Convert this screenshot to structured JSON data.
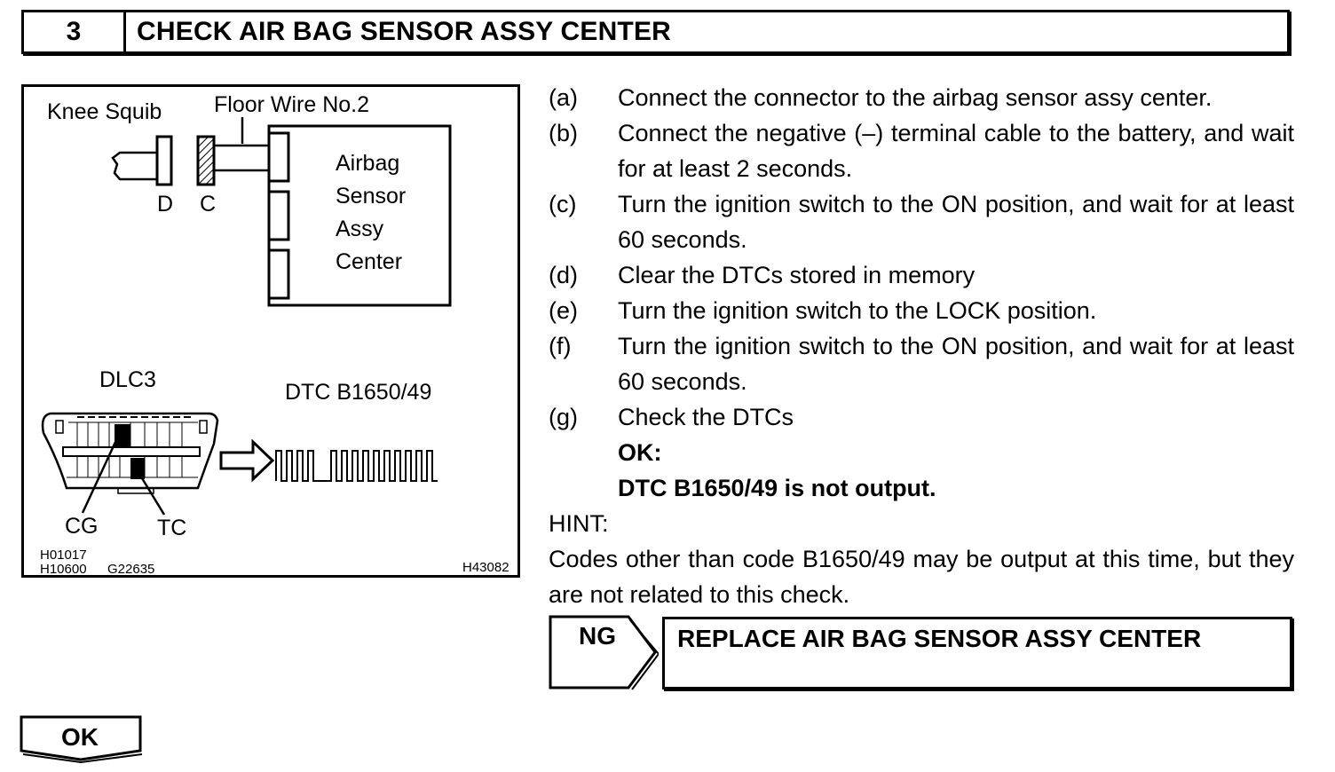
{
  "header": {
    "step_number": "3",
    "title": "CHECK AIR BAG SENSOR ASSY CENTER"
  },
  "figure": {
    "labels": {
      "knee_squib": "Knee Squib",
      "floor_wire": "Floor Wire No.2",
      "connector_d": "D",
      "connector_c": "C",
      "airbag_line1": "Airbag",
      "airbag_line2": "Sensor",
      "airbag_line3": "Assy",
      "airbag_line4": "Center",
      "dlc3": "DLC3",
      "dtc_code": "DTC B1650/49",
      "terminal_cg": "CG",
      "terminal_tc": "TC",
      "ref1": "H01017",
      "ref2": "H10600",
      "ref3": "G22635",
      "ref4": "H43082"
    }
  },
  "steps": [
    {
      "label": "(a)",
      "text": "Connect the connector to the airbag sensor assy center."
    },
    {
      "label": "(b)",
      "text": "Connect the negative (–) terminal cable to the battery, and wait for at least 2 seconds."
    },
    {
      "label": "(c)",
      "text": "Turn the ignition switch to the ON position, and wait for at least 60 seconds."
    },
    {
      "label": "(d)",
      "text": "Clear the DTCs stored in memory"
    },
    {
      "label": "(e)",
      "text": "Turn the ignition switch to the LOCK position."
    },
    {
      "label": "(f)",
      "text": "Turn the ignition switch to the ON position, and wait for at least 60 seconds."
    },
    {
      "label": "(g)",
      "text": "Check the DTCs"
    }
  ],
  "ok_condition": {
    "label": "OK:",
    "text": "DTC B1650/49 is not output."
  },
  "hint": {
    "label": "HINT:",
    "text": "Codes other than code B1650/49 may be output at this time, but they are not related to this check."
  },
  "ng": {
    "label": "NG",
    "action": "REPLACE AIR BAG SENSOR ASSY CENTER"
  },
  "ok_next": {
    "label": "OK"
  }
}
